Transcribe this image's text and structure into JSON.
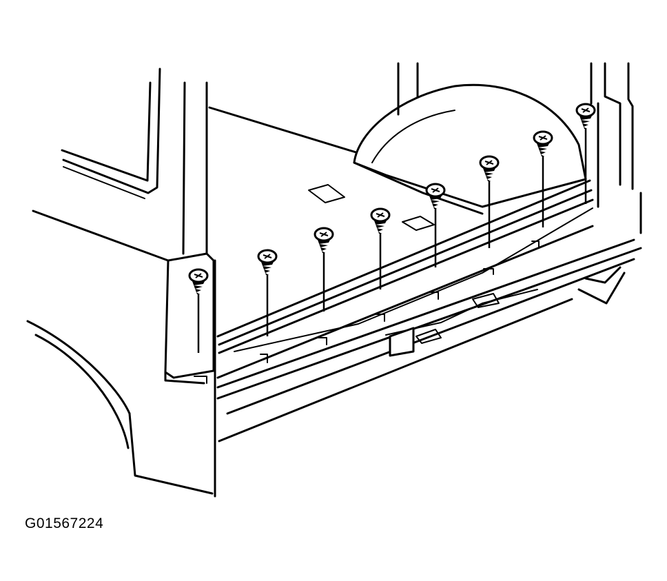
{
  "figure": {
    "id_label": "G01567224",
    "line_color": "#000000",
    "background": "#ffffff"
  },
  "parts": {
    "screws": [
      {
        "name": "screw"
      },
      {
        "name": "screw"
      },
      {
        "name": "screw"
      },
      {
        "name": "screw"
      },
      {
        "name": "screw"
      },
      {
        "name": "screw"
      },
      {
        "name": "screw"
      },
      {
        "name": "screw"
      }
    ]
  }
}
